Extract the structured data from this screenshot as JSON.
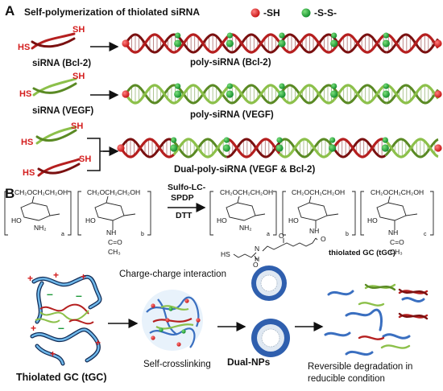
{
  "panel_a": {
    "letter": "A",
    "title": "Self-polymerization of thiolated siRNA",
    "legend": {
      "sh": "-SH",
      "ss": "-S-S-"
    },
    "sh_label": "SH",
    "hs_label": "HS",
    "rows": [
      {
        "monomer": "siRNA (Bcl-2)",
        "polymer": "poly-siRNA (Bcl-2)"
      },
      {
        "monomer": "siRNA (VEGF)",
        "polymer": "poly-siRNA (VEGF)"
      },
      {
        "polymer": "Dual-poly-siRNA (VEGF & Bcl-2)"
      }
    ]
  },
  "panel_b": {
    "letter": "B",
    "reagent1": "Sulfo-LC-",
    "reagent2": "SPDP",
    "reagent3": "DTT",
    "unit_top": "CH₂OCH₂CH₂OH",
    "ho": "HO",
    "nh2": "NH₂",
    "nh": "NH",
    "co": "C=O",
    "ch3": "CH₃",
    "hs": "HS",
    "o": "O",
    "n": "N",
    "h": "H",
    "subs": {
      "a": "a",
      "b": "b",
      "c": "c"
    },
    "tgc_label": "thiolated GC (tGC)",
    "charge_label": "Charge-charge interaction",
    "tgc_bold": "Thiolated GC (tGC)",
    "crosslink": "Self-crosslinking",
    "np_label": "Dual-NPs",
    "degrade1": "Reversible degradation in",
    "degrade2": "reducible condition"
  },
  "colors": {
    "red_rna": "#b51f1f",
    "green_rna": "#7fb040",
    "sh": "#d42020",
    "ss": "#1e9a3a",
    "polymer": "#3a6fc0"
  }
}
